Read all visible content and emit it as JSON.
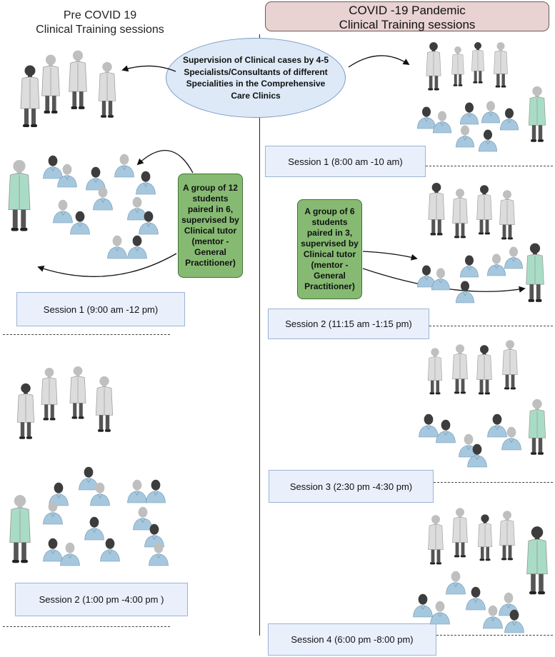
{
  "left_title": [
    "Pre COVID 19",
    "Clinical Training sessions"
  ],
  "right_title": [
    "COVID -19 Pandemic",
    "Clinical Training sessions"
  ],
  "supervision_text": "Supervision of Clinical cases  by 4-5 Specialists/Consultants of different  Specialities in the Comprehensive Care Clinics",
  "group_left_text": "A group of 12 students paired in 6, supervised by Clinical tutor (mentor - General Practitioner)",
  "group_right_text": "A group of 6 students paired in 3, supervised by Clinical tutor (mentor - General Practitioner)",
  "left_sessions": [
    "Session 1 (9:00 am -12 pm)",
    "Session 2 (1:00 pm -4:00 pm )"
  ],
  "right_sessions": [
    "Session 1 (8:00 am -10 am)",
    "Session  2 (11:15 am -1:15 pm)",
    "Session 3 (2:30 pm -4:30 pm)",
    "Session 4 (6:00 pm -8:00 pm)"
  ],
  "colors": {
    "specialist_coat": "#dcdcdc",
    "tutor_coat": "#a9dcc6",
    "student_scrubs": "#a6c8df",
    "group_box": "#86ba72",
    "supervision_oval": "#dde9f7",
    "session_box": "#e9f0fb",
    "title_box": "#e8d2d2",
    "skin_dark": "#3d3d3d",
    "skin_light": "#bfbfbf"
  }
}
